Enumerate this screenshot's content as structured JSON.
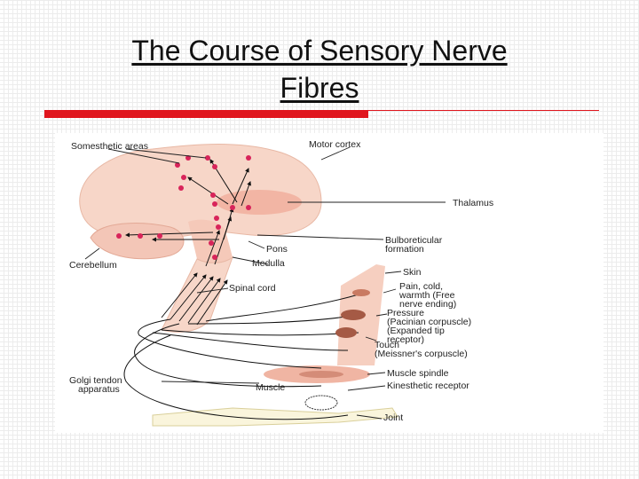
{
  "slide": {
    "title_line1": "The Course of Sensory Nerve",
    "title_line2": "Fibres"
  },
  "labels": {
    "somesthetic": "Somesthetic areas",
    "motor_cortex": "Motor cortex",
    "thalamus": "Thalamus",
    "bulboreticular1": "Bulboreticular",
    "bulboreticular2": "formation",
    "pons": "Pons",
    "cerebellum": "Cerebellum",
    "medulla": "Medulla",
    "skin": "Skin",
    "spinal_cord": "Spinal cord",
    "pain1": "Pain, cold,",
    "pain2": "warmth (Free",
    "pain3": "nerve ending)",
    "pressure1": "Pressure",
    "pressure2": "(Pacinian corpuscle)",
    "pressure3": "(Expanded tip",
    "pressure4": "receptor)",
    "touch1": "Touch",
    "touch2": "(Meissner's corpuscle)",
    "muscle_spindle": "Muscle spindle",
    "golgi1": "Golgi tendon",
    "golgi2": "apparatus",
    "muscle": "Muscle",
    "kinesthetic": "Kinesthetic receptor",
    "joint": "Joint"
  },
  "colors": {
    "accent_red": "#e0161e",
    "tissue": "#f6cfc0",
    "node": "#d8245a"
  }
}
